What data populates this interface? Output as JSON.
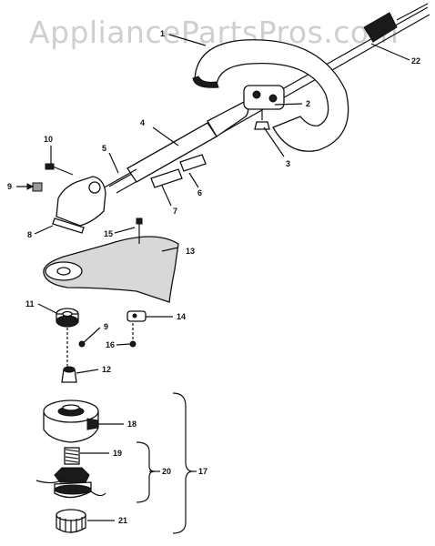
{
  "watermark": "AppliancePartsPros.com",
  "callouts": [
    "1",
    "2",
    "3",
    "4",
    "5",
    "6",
    "7",
    "8",
    "9",
    "10",
    "11",
    "12",
    "13",
    "14",
    "15",
    "16",
    "17",
    "18",
    "19",
    "20",
    "21",
    "22",
    "9"
  ]
}
